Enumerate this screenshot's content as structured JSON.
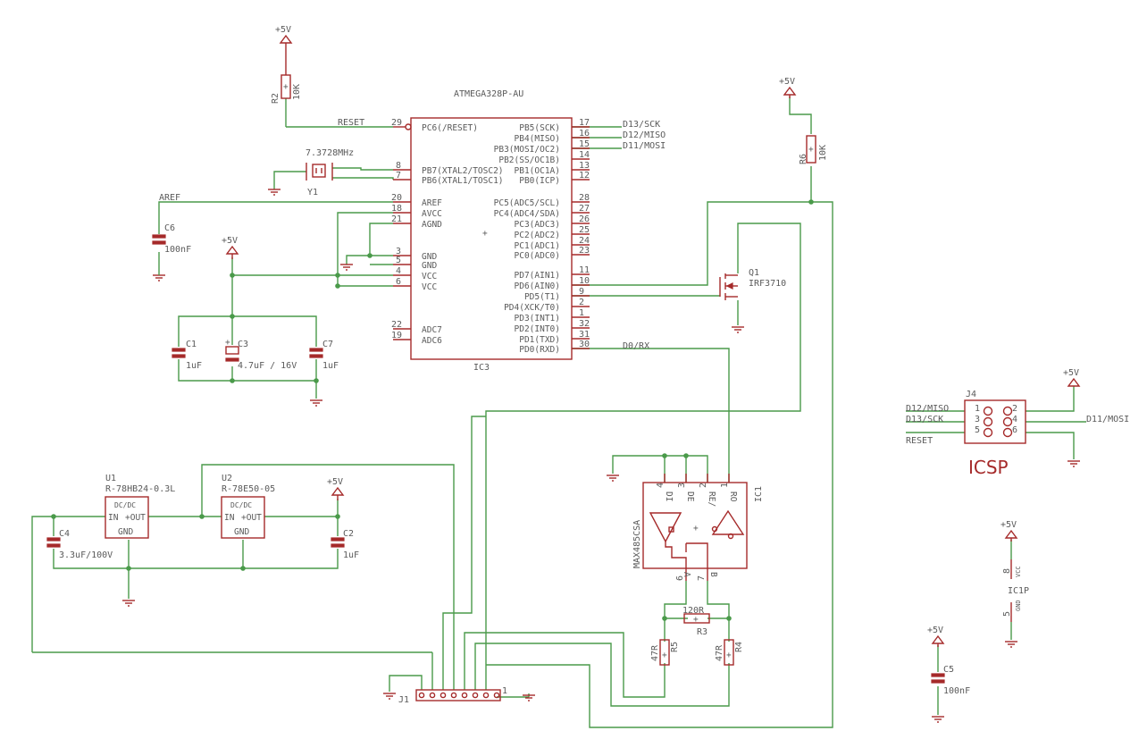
{
  "parts": {
    "ic3": {
      "value": "ATMEGA328P-AU",
      "ref": "IC3",
      "left_pins": [
        {
          "num": "29",
          "name": "PC6(/RESET)"
        },
        {
          "num": "8",
          "name": "PB7(XTAL2/TOSC2)"
        },
        {
          "num": "7",
          "name": "PB6(XTAL1/TOSC1)"
        },
        {
          "num": "20",
          "name": "AREF"
        },
        {
          "num": "18",
          "name": "AVCC"
        },
        {
          "num": "21",
          "name": "AGND"
        },
        {
          "num": "3",
          "name": "GND"
        },
        {
          "num": "5",
          "name": "GND"
        },
        {
          "num": "4",
          "name": "VCC"
        },
        {
          "num": "6",
          "name": "VCC"
        },
        {
          "num": "22",
          "name": "ADC7"
        },
        {
          "num": "19",
          "name": "ADC6"
        }
      ],
      "right_pins": [
        {
          "num": "17",
          "name": "PB5(SCK)"
        },
        {
          "num": "16",
          "name": "PB4(MISO)"
        },
        {
          "num": "15",
          "name": "PB3(MOSI/OC2)"
        },
        {
          "num": "14",
          "name": "PB2(SS/OC1B)"
        },
        {
          "num": "13",
          "name": "PB1(OC1A)"
        },
        {
          "num": "12",
          "name": "PB0(ICP)"
        },
        {
          "num": "28",
          "name": "PC5(ADC5/SCL)"
        },
        {
          "num": "27",
          "name": "PC4(ADC4/SDA)"
        },
        {
          "num": "26",
          "name": "PC3(ADC3)"
        },
        {
          "num": "25",
          "name": "PC2(ADC2)"
        },
        {
          "num": "24",
          "name": "PC1(ADC1)"
        },
        {
          "num": "23",
          "name": "PC0(ADC0)"
        },
        {
          "num": "11",
          "name": "PD7(AIN1)"
        },
        {
          "num": "10",
          "name": "PD6(AIN0)"
        },
        {
          "num": "9",
          "name": "PD5(T1)"
        },
        {
          "num": "2",
          "name": "PD4(XCK/T0)"
        },
        {
          "num": "1",
          "name": "PD3(INT1)"
        },
        {
          "num": "32",
          "name": "PD2(INT0)"
        },
        {
          "num": "31",
          "name": "PD1(TXD)"
        },
        {
          "num": "30",
          "name": "PD0(RXD)"
        }
      ]
    },
    "r2": {
      "ref": "R2",
      "value": "10K"
    },
    "r6": {
      "ref": "R6",
      "value": "10K"
    },
    "y1": {
      "ref": "Y1",
      "value": "7.3728MHz"
    },
    "c6": {
      "ref": "C6",
      "value": "100nF"
    },
    "c1": {
      "ref": "C1",
      "value": "1uF"
    },
    "c3": {
      "ref": "C3",
      "value": "4.7uF / 16V"
    },
    "c7": {
      "ref": "C7",
      "value": "1uF"
    },
    "q1": {
      "ref": "Q1",
      "value": "IRF3710"
    },
    "u1": {
      "ref": "U1",
      "value": "R-78HB24-0.3L",
      "box": "DC/DC",
      "in": "IN",
      "out": "+OUT",
      "gnd": "GND"
    },
    "u2": {
      "ref": "U2",
      "value": "R-78E50-05",
      "box": "DC/DC",
      "in": "IN",
      "out": "+OUT",
      "gnd": "GND"
    },
    "c4": {
      "ref": "C4",
      "value": "3.3uF/100V"
    },
    "c2": {
      "ref": "C2",
      "value": "1uF"
    },
    "ic1": {
      "ref": "IC1",
      "value": "MAX485CSA",
      "pin_nums": [
        "4",
        "3",
        "2",
        "1",
        "6",
        "7"
      ],
      "pin_names": [
        "DI",
        "DE",
        "RE/",
        "RO",
        "A",
        "B"
      ]
    },
    "r3": {
      "ref": "R3",
      "value": "120R"
    },
    "r5": {
      "ref": "R5",
      "value": "47R"
    },
    "r4": {
      "ref": "R4",
      "value": "47R"
    },
    "j1": {
      "ref": "J1",
      "pin1": "1"
    },
    "j4": {
      "ref": "J4",
      "pin_nums": [
        "1",
        "2",
        "3",
        "4",
        "5",
        "6"
      ],
      "caption": "ICSP"
    },
    "ic1p": {
      "ref": "IC1P",
      "vcc": "VCC",
      "gnd": "GND",
      "vcc_pin": "8",
      "gnd_pin": "5"
    },
    "c5": {
      "ref": "C5",
      "value": "100nF"
    }
  },
  "nets": {
    "plus5v": "+5V",
    "reset": "RESET",
    "aref": "AREF",
    "d13": "D13/SCK",
    "d12": "D12/MISO",
    "d11": "D11/MOSI",
    "d0": "D0/RX",
    "icsp_d12": "D12/MISO",
    "icsp_d13": "D13/SCK",
    "icsp_reset": "RESET",
    "icsp_d11": "D11/MOSI"
  }
}
